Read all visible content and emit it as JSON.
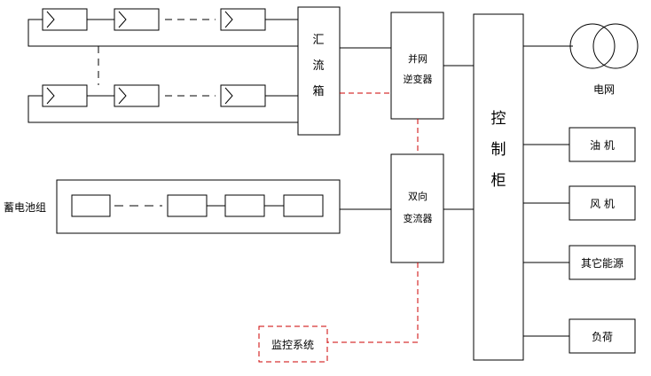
{
  "diagram": {
    "line_color": "#000000",
    "monitor_color": "#cc0000",
    "labels": {
      "combiner_box": [
        "汇",
        "流",
        "箱"
      ],
      "grid_inverter": [
        "并网",
        "逆变器"
      ],
      "bidirectional_converter": [
        "双向",
        "变流器"
      ],
      "control_cabinet": [
        "控",
        "制",
        "柜"
      ],
      "battery_group": "蓄电池组",
      "grid": "电网",
      "diesel_generator": "油 机",
      "wind_turbine": "风 机",
      "other_energy": "其它能源",
      "load": "负荷",
      "monitoring_system": "监控系统"
    }
  }
}
